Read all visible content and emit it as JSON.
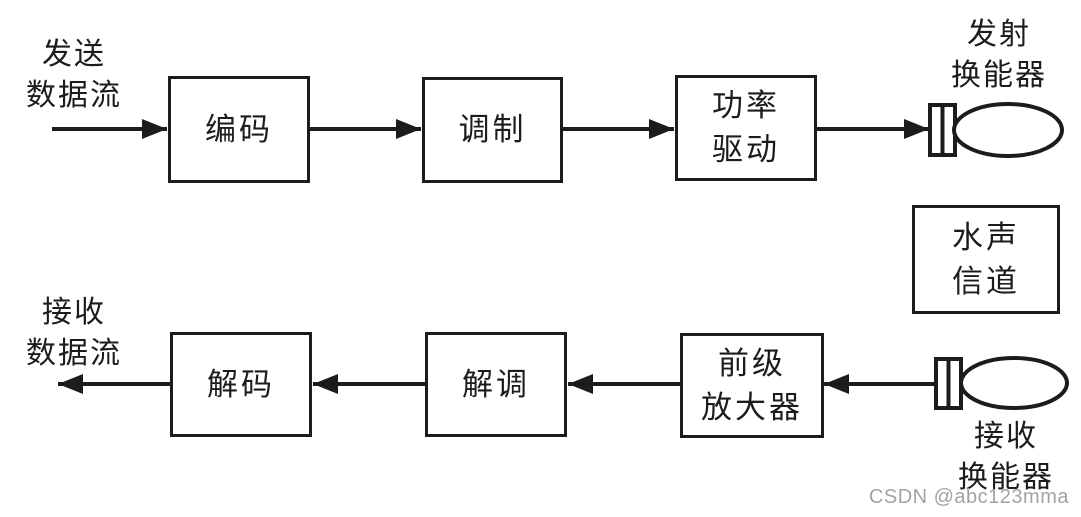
{
  "diagram": {
    "source_label": {
      "line1": "发送",
      "line2": "数据流"
    },
    "sink_label": {
      "line1": "接收",
      "line2": "数据流"
    },
    "tx_transducer_label": {
      "line1": "发射",
      "line2": "换能器"
    },
    "rx_transducer_label": {
      "line1": "接收",
      "line2": "换能器"
    },
    "boxes": {
      "encode": {
        "label": "编码"
      },
      "modulate": {
        "label": "调制"
      },
      "power_drive": {
        "line1": "功率",
        "line2": "驱动"
      },
      "channel": {
        "line1": "水声",
        "line2": "信道"
      },
      "preamp": {
        "line1": "前级",
        "line2": "放大器"
      },
      "demodulate": {
        "label": "解调"
      },
      "decode": {
        "label": "解码"
      }
    },
    "icons": {
      "tx_transducer": "transducer-icon",
      "rx_transducer": "transducer-icon"
    }
  },
  "watermark": {
    "text": "CSDN @abc123mma"
  },
  "colors": {
    "line": "#1c1c1c",
    "background": "#ffffff",
    "watermark": "#a3a3a3"
  }
}
